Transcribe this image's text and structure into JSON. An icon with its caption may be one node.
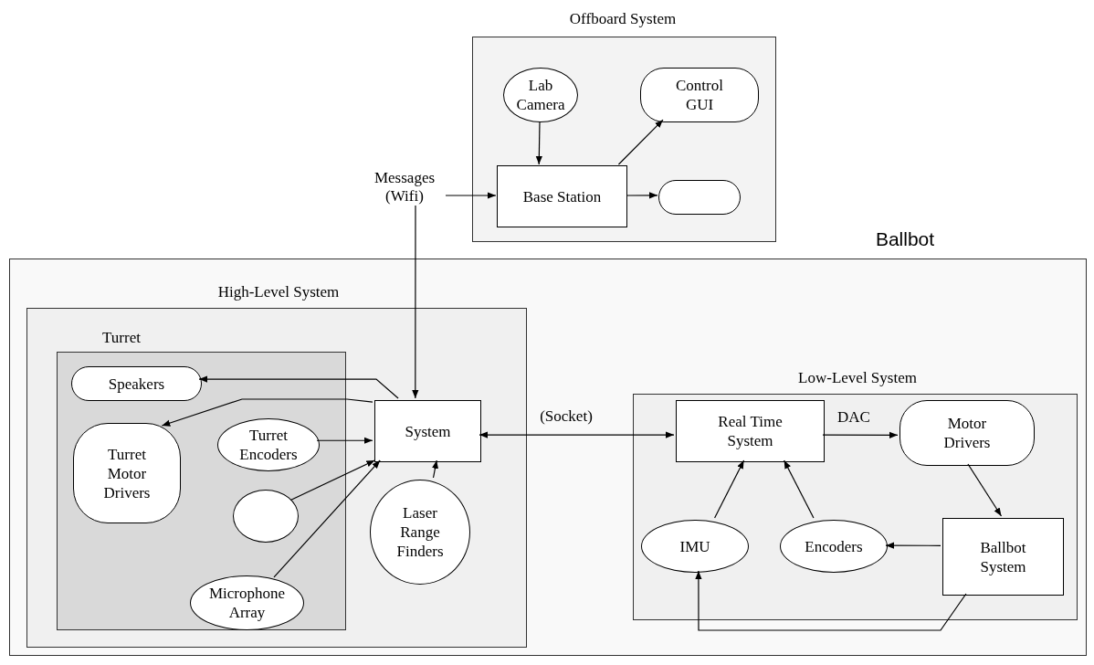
{
  "diagram": {
    "nodes": [
      {
        "text": [
          "Offboard System"
        ]
      },
      {
        "text": [
          "Lab Camera"
        ],
        "in": 0
      },
      {
        "text": [
          "Control GUI"
        ],
        "in": 0
      },
      {
        "text": [
          "Base Station"
        ],
        "in": 0
      },
      {
        "text": [],
        "shape": "box",
        "in": 0
      },
      {
        "text": [
          "Ballbot"
        ]
      },
      {
        "text": [
          "High-Level System"
        ],
        "in": 5
      },
      {
        "text": [
          "Turret"
        ],
        "in": 6
      },
      {
        "text": [
          "Speakers"
        ],
        "in": 7
      },
      {
        "text": [
          "Turret Motor Drivers"
        ],
        "in": 7
      },
      {
        "text": [
          "Turret Encoders"
        ],
        "in": 7
      },
      {
        "text": [],
        "shape": "circle",
        "in": 7
      },
      {
        "text": [
          "Microphone Array"
        ],
        "in": 7
      },
      {
        "text": [
          "System"
        ],
        "in": 6
      },
      {
        "text": [
          "Laser Range Finders"
        ],
        "in": 6
      },
      {
        "text": [
          "Low-Level System"
        ],
        "in": 5
      },
      {
        "text": [
          "Real Time System"
        ],
        "in": 15
      },
      {
        "text": [
          "Motor Drivers"
        ],
        "in": 15
      },
      {
        "text": [
          "IMU"
        ],
        "in": 15
      },
      {
        "text": [
          "Encoders"
        ],
        "in": 15
      },
      {
        "text": [
          "Ballbot System"
        ],
        "in": 15
      }
    ],
    "edges": [
      {
        "from": 1,
        "to": 3,
        "arrow": "to"
      },
      {
        "from": 3,
        "to": 2,
        "arrow": "to"
      },
      {
        "from": 3,
        "to": 4,
        "arrow": "to"
      },
      {
        "from": 13,
        "to": 3,
        "arrow": "both",
        "label": "Messages (Wifi)"
      },
      {
        "from": 13,
        "to": 8,
        "arrow": "to"
      },
      {
        "from": 13,
        "to": 9,
        "arrow": "to"
      },
      {
        "from": 10,
        "to": 13,
        "arrow": "to"
      },
      {
        "from": 11,
        "to": 13,
        "arrow": "to"
      },
      {
        "from": 12,
        "to": 13,
        "arrow": "to"
      },
      {
        "from": 14,
        "to": 13,
        "arrow": "to"
      },
      {
        "from": 13,
        "to": 16,
        "arrow": "both",
        "label": "(Socket)"
      },
      {
        "from": 16,
        "to": 17,
        "arrow": "to",
        "label": "DAC"
      },
      {
        "from": 17,
        "to": 20,
        "arrow": "to"
      },
      {
        "from": 20,
        "to": 19,
        "arrow": "to"
      },
      {
        "from": 19,
        "to": 16,
        "arrow": "to"
      },
      {
        "from": 18,
        "to": 16,
        "arrow": "to"
      },
      {
        "from": 20,
        "to": 18,
        "arrow": "to"
      }
    ]
  }
}
